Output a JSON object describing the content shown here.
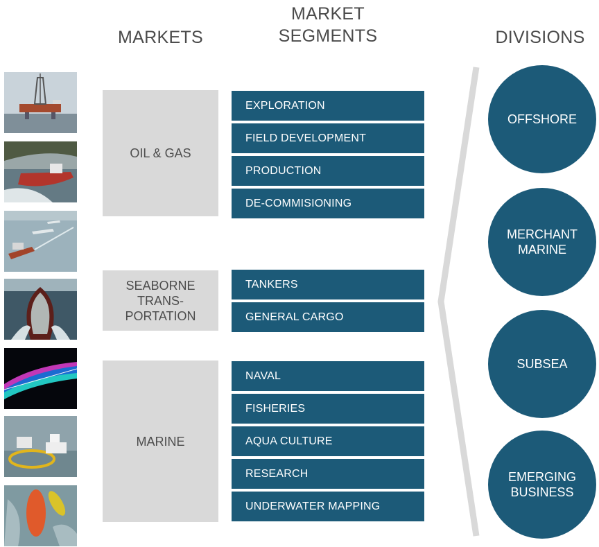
{
  "headers": {
    "markets": [
      "MARKETS"
    ],
    "segments": [
      "MARKET",
      "SEGMENTS"
    ],
    "divisions": [
      "DIVISIONS"
    ]
  },
  "photos": [
    {
      "icon": "drilling-rig-photo"
    },
    {
      "icon": "supply-vessel-photo"
    },
    {
      "icon": "fpso-vessel-photo"
    },
    {
      "icon": "tanker-bow-photo"
    },
    {
      "icon": "sonar-mapping-photo"
    },
    {
      "icon": "fish-farm-photo"
    },
    {
      "icon": "underwater-vehicle-photo"
    }
  ],
  "markets": [
    {
      "name": "oil-gas",
      "lines": [
        "OIL & GAS"
      ]
    },
    {
      "name": "seaborne-transportation",
      "lines": [
        "SEABORNE",
        "TRANS-",
        "PORTATION"
      ]
    },
    {
      "name": "marine",
      "lines": [
        "MARINE"
      ]
    }
  ],
  "segments": [
    "EXPLORATION",
    "FIELD DEVELOPMENT",
    "PRODUCTION",
    "DE-COMMISIONING",
    "TANKERS",
    "GENERAL CARGO",
    "NAVAL",
    "FISHERIES",
    "AQUA CULTURE",
    "RESEARCH",
    "UNDERWATER MAPPING"
  ],
  "divisions": [
    {
      "name": "offshore",
      "lines": [
        "OFFSHORE"
      ]
    },
    {
      "name": "merchant-marine",
      "lines": [
        "MERCHANT",
        "MARINE"
      ]
    },
    {
      "name": "subsea",
      "lines": [
        "SUBSEA"
      ]
    },
    {
      "name": "emerging-business",
      "lines": [
        "EMERGING",
        "BUSINESS"
      ]
    }
  ],
  "colors": {
    "segment_fill": "#1c5a78",
    "division_fill": "#1c5a78",
    "market_fill": "#d9d9d9",
    "bracket": "#d9d9d9",
    "header_text": "#4a4a4a"
  }
}
